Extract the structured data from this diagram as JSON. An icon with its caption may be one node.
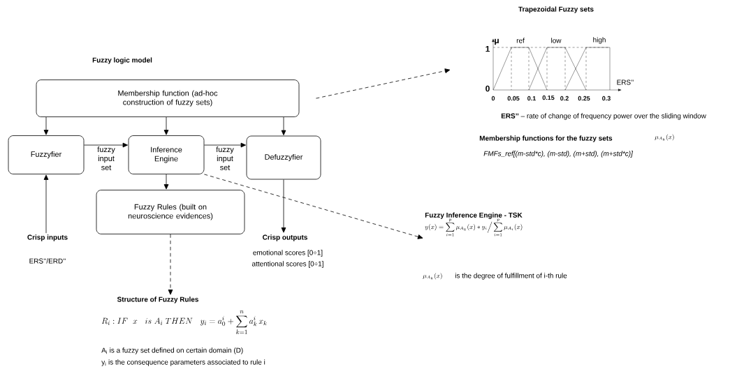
{
  "diagram": {
    "title": "Fuzzy logic model",
    "nodes": [
      {
        "text": [
          "Membership function (ad-hoc construction of fuzzy sets)"
        ]
      },
      {
        "text": [
          "Fuzzyfier"
        ]
      },
      {
        "text": [
          "Inference Engine"
        ]
      },
      {
        "text": [
          "Defuzzyfier"
        ]
      },
      {
        "text": [
          "Fuzzy  Rules (built on neuroscience evidences)"
        ]
      },
      {
        "text": [
          "Crisp inputs"
        ],
        "beside": [
          "ERS’’/ERD’’"
        ]
      },
      {
        "text": [
          "Crisp outputs"
        ],
        "beside": [
          "emotional scores [0÷1]",
          "attentional scores [0÷1]"
        ]
      },
      {
        "text": [
          "Structure of Fuzzy Rules"
        ]
      },
      {
        "text": [],
        "shape": "picture"
      },
      {
        "text": [
          "Fuzzy Inference Engine - TSK",
          "y(x)=\\sum_{i=1}^{p}\\mu_{A_k}(x)*y_i \\Big/ \\sum_{i=1}^{p}\\mu_{A_i}(x)"
        ]
      }
    ],
    "edges": [
      {
        "from": 0,
        "to": 1,
        "arrow": "to"
      },
      {
        "from": 0,
        "to": 2,
        "arrow": "to"
      },
      {
        "from": 0,
        "to": 3,
        "arrow": "to"
      },
      {
        "from": 1,
        "to": 2,
        "arrow": "to",
        "label": "fuzzy input set"
      },
      {
        "from": 2,
        "to": 3,
        "arrow": "to",
        "label": "fuzzy input set"
      },
      {
        "from": 2,
        "to": 4,
        "arrow": "to"
      },
      {
        "from": 3,
        "to": 6,
        "arrow": "to"
      },
      {
        "from": 5,
        "to": 1,
        "arrow": "to"
      },
      {
        "from": 4,
        "to": 7,
        "arrow": "to",
        "style": "dashed"
      },
      {
        "from": 0,
        "to": 8,
        "arrow": "to",
        "style": "dashed"
      },
      {
        "from": 2,
        "to": 9,
        "arrow": "to",
        "style": "dashed"
      }
    ],
    "labels": [
      "Trapezoidal Fuzzy sets",
      "μ",
      "1",
      "0",
      "ref",
      "low",
      "high",
      "ERS’’",
      "0",
      "0.05",
      "0.1",
      "0.15",
      "0.2",
      "0.25",
      "0.3",
      "**ERS’’** – rate of change of frequency power over the sliding window",
      "Membership functions for the fuzzy sets",
      "\\mu_{A_k}(x)",
      "FMFs_ref[(m-std*c), (m-std), (m+std), (m+std*c)]",
      "\\mu_{A_k}(x)",
      "is the degree of fulfillment of i-th rule",
      "R_i : IF\\ \\ x\\ \\ \\ is\\ A_i\\ THEN\\ \\ \\ y_i = a_0^i + \\sum_{k=1}^{n} a_k^i\\, x_k",
      "A$_{i}$ is a fuzzy set defined on certain domain (D)",
      "y$_{i}$ is the consequence parameters associated to rule i"
    ]
  }
}
